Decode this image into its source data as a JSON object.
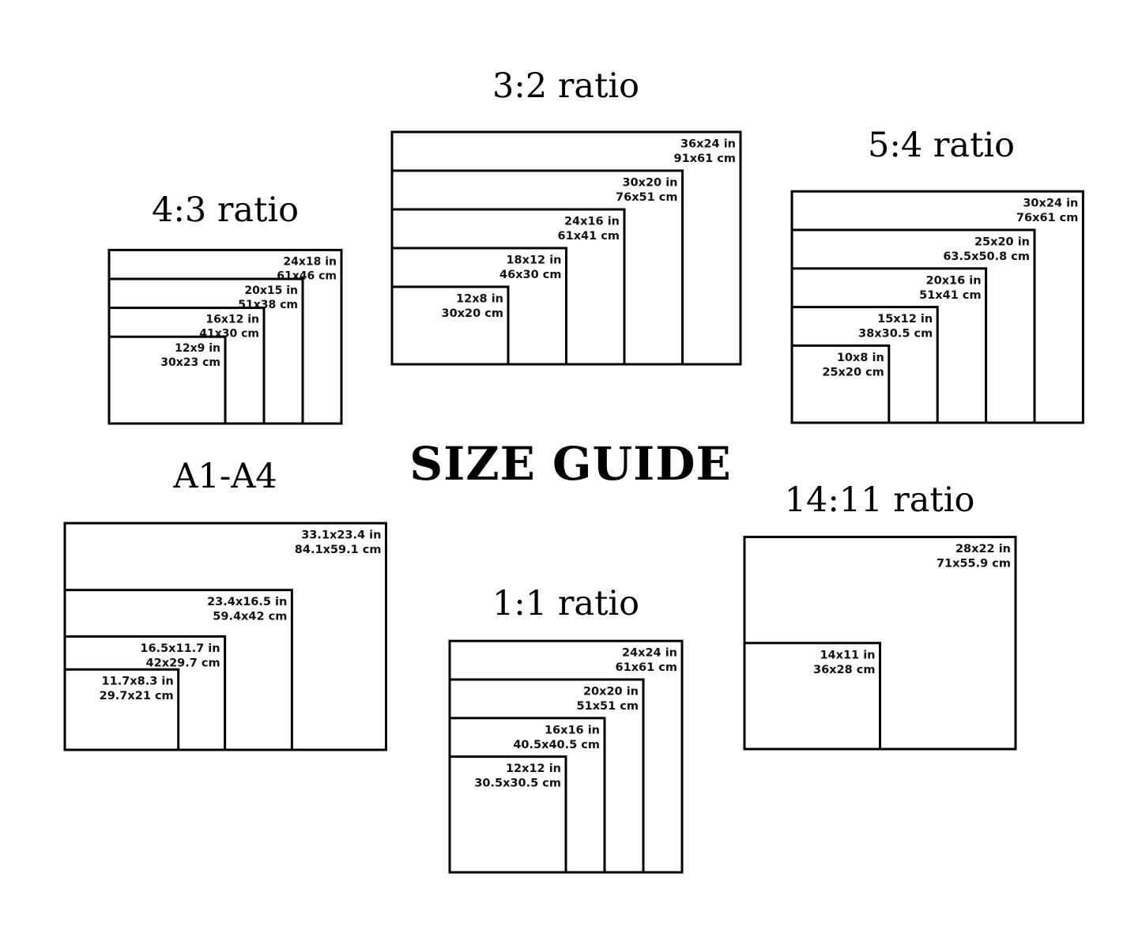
{
  "title": "SIZE GUIDE",
  "colors": {
    "stroke": "#000000",
    "text": "#111111",
    "background": "#ffffff"
  },
  "groups": [
    {
      "id": "ratio-3-2",
      "title": "3:2 ratio",
      "sizes": [
        {
          "in": "36x24 in",
          "cm": "91x61 cm",
          "w": 36,
          "h": 24
        },
        {
          "in": "30x20 in",
          "cm": "76x51 cm",
          "w": 30,
          "h": 20
        },
        {
          "in": "24x16 in",
          "cm": "61x41 cm",
          "w": 24,
          "h": 16
        },
        {
          "in": "18x12 in",
          "cm": "46x30 cm",
          "w": 18,
          "h": 12
        },
        {
          "in": "12x8 in",
          "cm": "30x20 cm",
          "w": 12,
          "h": 8
        }
      ]
    },
    {
      "id": "ratio-5-4",
      "title": "5:4 ratio",
      "sizes": [
        {
          "in": "30x24 in",
          "cm": "76x61 cm",
          "w": 30,
          "h": 24
        },
        {
          "in": "25x20 in",
          "cm": "63.5x50.8 cm",
          "w": 25,
          "h": 20
        },
        {
          "in": "20x16 in",
          "cm": "51x41 cm",
          "w": 20,
          "h": 16
        },
        {
          "in": "15x12 in",
          "cm": "38x30.5 cm",
          "w": 15,
          "h": 12
        },
        {
          "in": "10x8 in",
          "cm": "25x20 cm",
          "w": 10,
          "h": 8
        }
      ]
    },
    {
      "id": "ratio-4-3",
      "title": "4:3 ratio",
      "sizes": [
        {
          "in": "24x18 in",
          "cm": "61x46 cm",
          "w": 24,
          "h": 18
        },
        {
          "in": "20x15 in",
          "cm": "51x38 cm",
          "w": 20,
          "h": 15
        },
        {
          "in": "16x12 in",
          "cm": "41x30 cm",
          "w": 16,
          "h": 12
        },
        {
          "in": "12x9 in",
          "cm": "30x23 cm",
          "w": 12,
          "h": 9
        }
      ]
    },
    {
      "id": "a1-a4",
      "title": "A1-A4",
      "sizes": [
        {
          "in": "33.1x23.4 in",
          "cm": "84.1x59.1 cm",
          "w": 33.1,
          "h": 23.4
        },
        {
          "in": "23.4x16.5 in",
          "cm": "59.4x42 cm",
          "w": 23.4,
          "h": 16.5
        },
        {
          "in": "16.5x11.7 in",
          "cm": "42x29.7 cm",
          "w": 16.5,
          "h": 11.7
        },
        {
          "in": "11.7x8.3 in",
          "cm": "29.7x21 cm",
          "w": 11.7,
          "h": 8.3
        }
      ]
    },
    {
      "id": "ratio-1-1",
      "title": "1:1 ratio",
      "sizes": [
        {
          "in": "24x24 in",
          "cm": "61x61 cm",
          "w": 24,
          "h": 24
        },
        {
          "in": "20x20 in",
          "cm": "51x51 cm",
          "w": 20,
          "h": 20
        },
        {
          "in": "16x16 in",
          "cm": "40.5x40.5 cm",
          "w": 16,
          "h": 16
        },
        {
          "in": "12x12 in",
          "cm": "30.5x30.5 cm",
          "w": 12,
          "h": 12
        }
      ]
    },
    {
      "id": "ratio-14-11",
      "title": "14:11 ratio",
      "sizes": [
        {
          "in": "28x22 in",
          "cm": "71x55.9 cm",
          "w": 28,
          "h": 22
        },
        {
          "in": "14x11 in",
          "cm": "36x28 cm",
          "w": 14,
          "h": 11
        }
      ]
    }
  ]
}
